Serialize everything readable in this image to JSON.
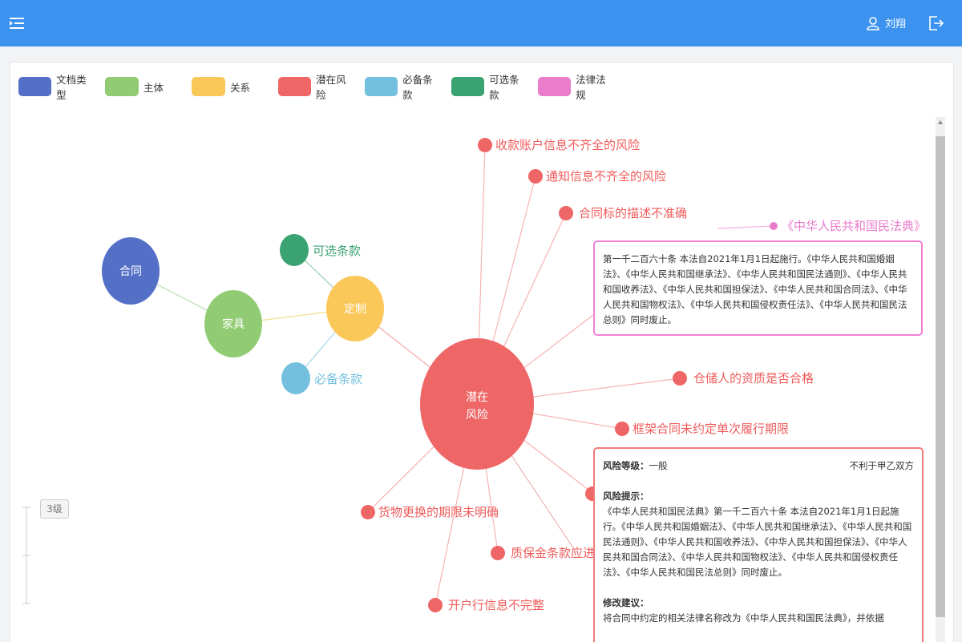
{
  "header": {
    "user_name": "刘翔",
    "colors": {
      "bar": "#3b93ef"
    },
    "icons": [
      "menu-icon",
      "user-icon",
      "logout-icon"
    ]
  },
  "legend": [
    {
      "label": "文档类型",
      "color": "#5470c6"
    },
    {
      "label": "主体",
      "color": "#91cc75"
    },
    {
      "label": "关系",
      "color": "#fac858"
    },
    {
      "label": "潜在风险",
      "color": "#ee6666"
    },
    {
      "label": "必备条款",
      "color": "#73c0de"
    },
    {
      "label": "可选条款",
      "color": "#3ba272"
    },
    {
      "label": "法律法规",
      "color": "#ea7ccc"
    }
  ],
  "graph": {
    "nodes": {
      "contract": "合同",
      "furniture": "家具",
      "custom": "定制",
      "optional": "可选条款",
      "required": "必备条款",
      "risk_center_line1": "潜在",
      "risk_center_line2": "风险",
      "law": "《中华人民共和国民法典》"
    },
    "risks": [
      "收款账户信息不齐全的风险",
      "通知信息不齐全的风险",
      "合同标的描述不准确",
      "仓储人的资质是否合格",
      "框架合同未约定单次履行期限",
      "货物更换的期限未明确",
      "质保金条款应进",
      "开户行信息不完整"
    ]
  },
  "law_tooltip": {
    "text": "第一千二百六十条 本法自2021年1月1日起施行。《中华人民共和国婚姻法》、《中华人民共和国继承法》、《中华人民共和国民法通则》、《中华人民共和国收养法》、《中华人民共和国担保法》、《中华人民共和国合同法》、《中华人民共和国物权法》、《中华人民共和国侵权责任法》、《中华人民共和国民法总则》同时废止。"
  },
  "risk_tooltip": {
    "level_label": "风险等级：",
    "level_value": "一般",
    "party": "不利于甲乙双方",
    "hint_label": "风险提示：",
    "hint_text": "《中华人民共和国民法典》第一千二百六十条 本法自2021年1月1日起施行。《中华人民共和国婚姻法》、《中华人民共和国继承法》、《中华人民共和国民法通则》、《中华人民共和国收养法》、《中华人民共和国担保法》、《中华人民共和国合同法》、《中华人民共和国物权法》、《中华人民共和国侵权责任法》、《中华人民共和国民法总则》同时废止。",
    "suggest_label": "修改建议：",
    "suggest_text": "将合同中约定的相关法律名称改为《中华人民共和国民法典》，并依据"
  },
  "level_control": {
    "label": "3级"
  }
}
